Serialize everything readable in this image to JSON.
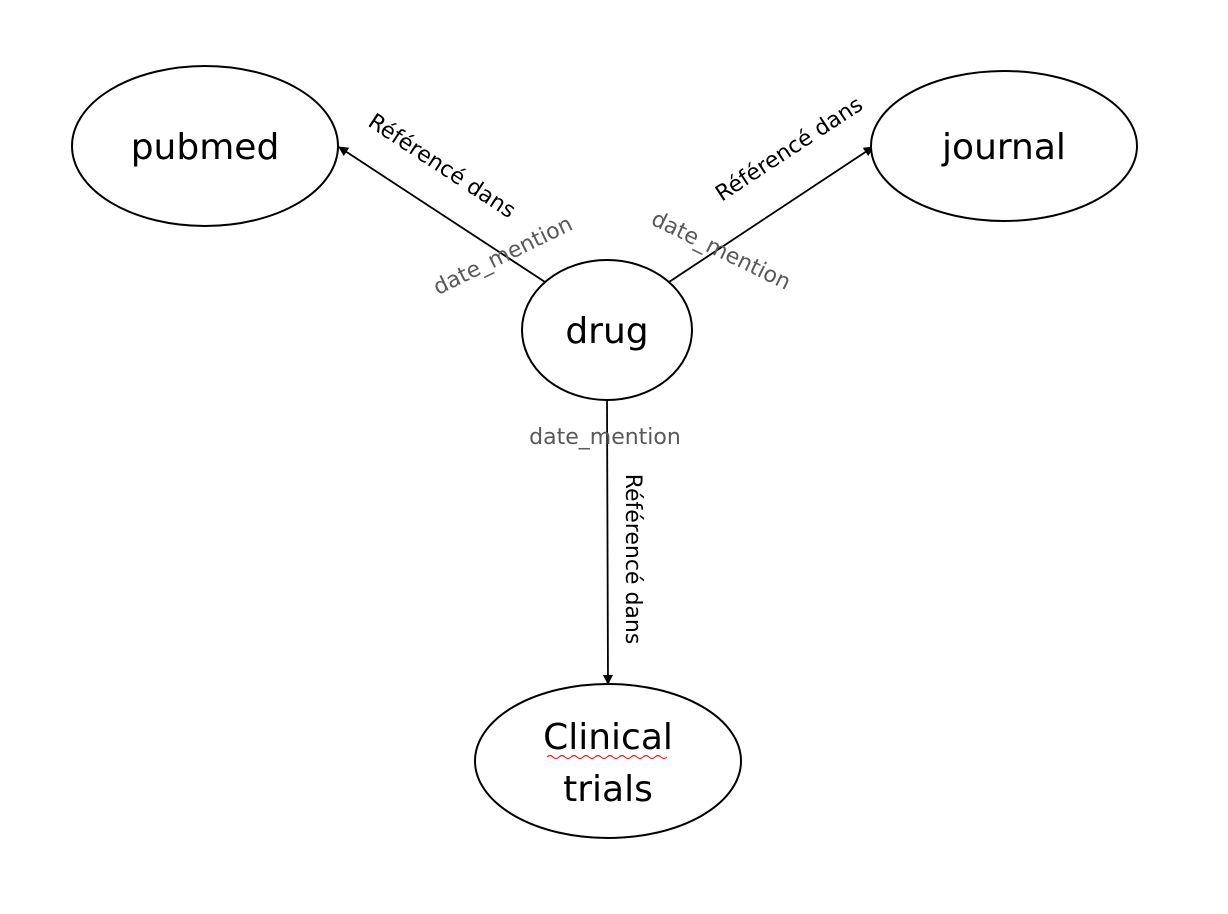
{
  "diagram": {
    "nodes": {
      "pubmed": {
        "label": "pubmed"
      },
      "journal": {
        "label": "journal"
      },
      "drug": {
        "label": "drug"
      },
      "clinical_trials": {
        "label_line1": "Clinical",
        "label_line2": "trials"
      }
    },
    "edges": {
      "drug_to_pubmed": {
        "relation": "Référencé dans",
        "attribute": "date_mention"
      },
      "drug_to_journal": {
        "relation": "Référencé dans",
        "attribute": "date_mention"
      },
      "drug_to_clinical_trials": {
        "relation": "Référencé dans",
        "attribute": "date_mention"
      }
    },
    "colors": {
      "stroke": "#000000",
      "attribute_text": "#595959",
      "spellcheck_underline": "#e02020"
    }
  }
}
